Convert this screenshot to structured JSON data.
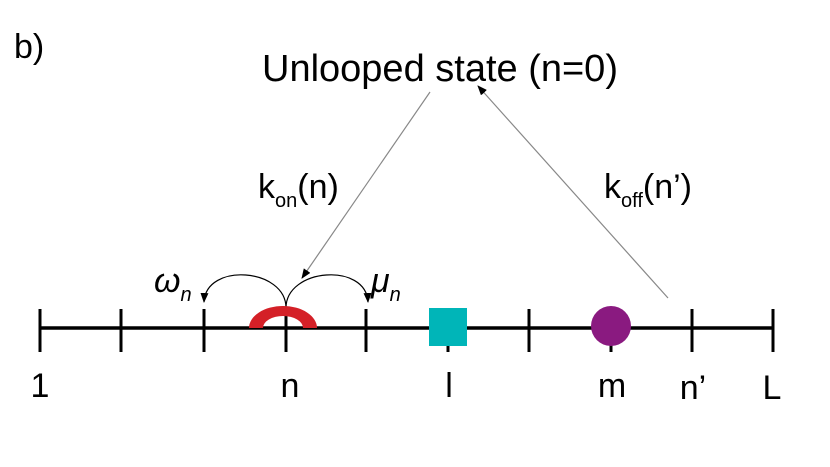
{
  "panel_label": "b)",
  "state_title": "Unlooped state (n=0)",
  "k_on": {
    "base": "k",
    "sub": "on",
    "arg": "(n)"
  },
  "k_off": {
    "base": "k",
    "sub": "off",
    "arg": "(n’)"
  },
  "omega": {
    "base": "ω",
    "sub": "n"
  },
  "mu": {
    "base": "μ",
    "sub": "n"
  },
  "site_labels": {
    "one": "1",
    "n": "n",
    "l": "l",
    "m": "m",
    "n_prime": "n’",
    "L": "L"
  },
  "colors": {
    "loop_arc": "#d42027",
    "square": "#00b5b8",
    "circle": "#8a1a80",
    "line": "#000000",
    "arrow": "#888888"
  }
}
